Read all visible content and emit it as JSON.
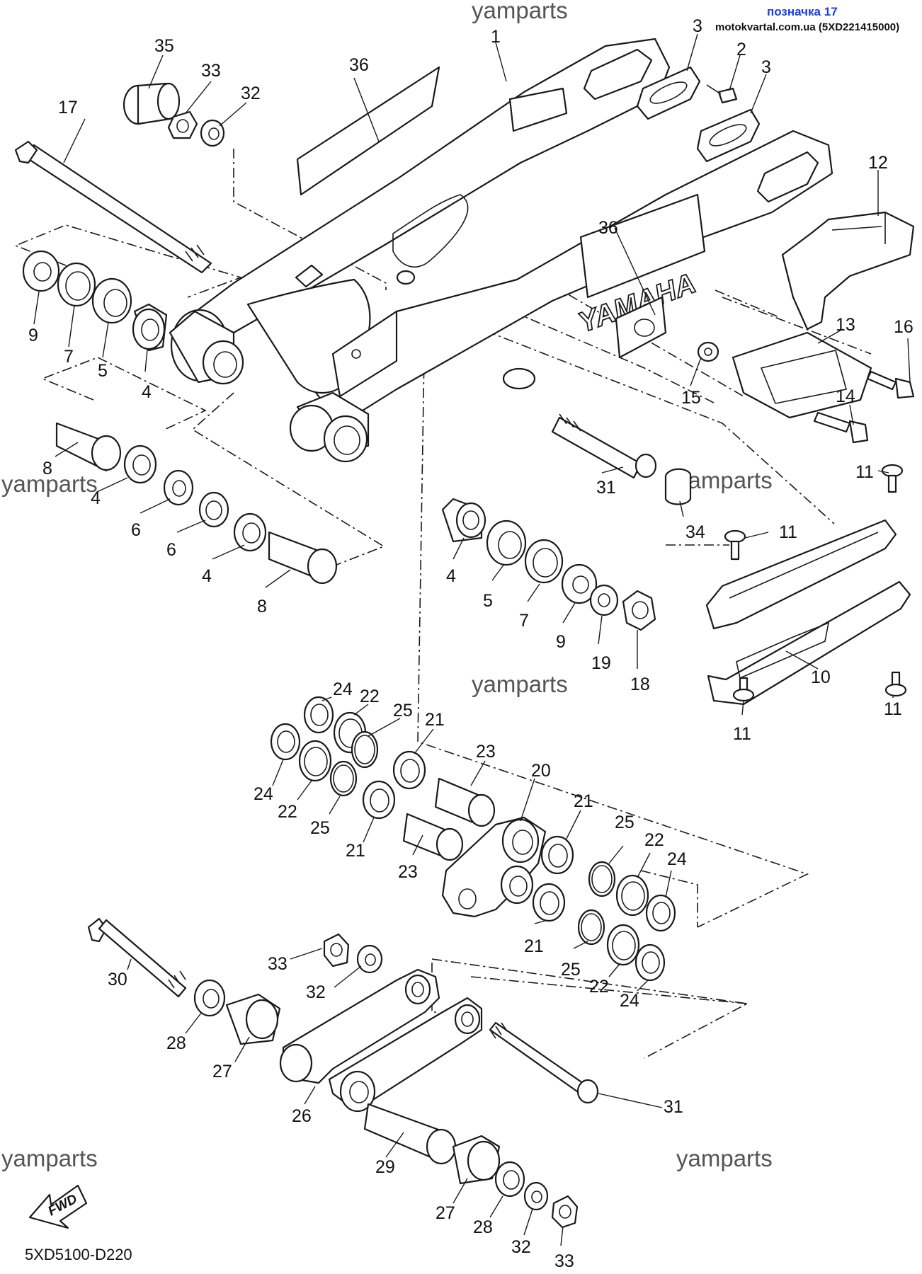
{
  "header": {
    "mark_label": "позначка 17",
    "source_line": "motokvartal.com.ua (5XD221415000)"
  },
  "watermarks": [
    "yamparts",
    "yamparts",
    "yamparts",
    "yamparts",
    "yamparts",
    "yamparts"
  ],
  "swingarm_logo": "YAMAHA",
  "fwd_label": "FWD",
  "diagram_code": "5XD5100-D220",
  "callouts": {
    "c1": "1",
    "c2": "2",
    "c3a": "3",
    "c3b": "3",
    "c4a": "4",
    "c4b": "4",
    "c4c": "4",
    "c4d": "4",
    "c5a": "5",
    "c5b": "5",
    "c6a": "6",
    "c6b": "6",
    "c7a": "7",
    "c7b": "7",
    "c8a": "8",
    "c8b": "8",
    "c9a": "9",
    "c9b": "9",
    "c10": "10",
    "c11a": "11",
    "c11b": "11",
    "c11c": "11",
    "c11d": "11",
    "c12": "12",
    "c13": "13",
    "c14": "14",
    "c15": "15",
    "c16": "16",
    "c17": "17",
    "c18": "18",
    "c19": "19",
    "c20": "20",
    "c21a": "21",
    "c21b": "21",
    "c21c": "21",
    "c21d": "21",
    "c22a": "22",
    "c22b": "22",
    "c22c": "22",
    "c22d": "22",
    "c23a": "23",
    "c23b": "23",
    "c24a": "24",
    "c24b": "24",
    "c24c": "24",
    "c24d": "24",
    "c25a": "25",
    "c25b": "25",
    "c25c": "25",
    "c25d": "25",
    "c26": "26",
    "c27a": "27",
    "c27b": "27",
    "c28a": "28",
    "c28b": "28",
    "c29": "29",
    "c30": "30",
    "c31a": "31",
    "c31b": "31",
    "c32a": "32",
    "c32b": "32",
    "c32c": "32",
    "c33a": "33",
    "c33b": "33",
    "c33c": "33",
    "c34": "34",
    "c35": "35",
    "c36a": "36",
    "c36b": "36"
  }
}
